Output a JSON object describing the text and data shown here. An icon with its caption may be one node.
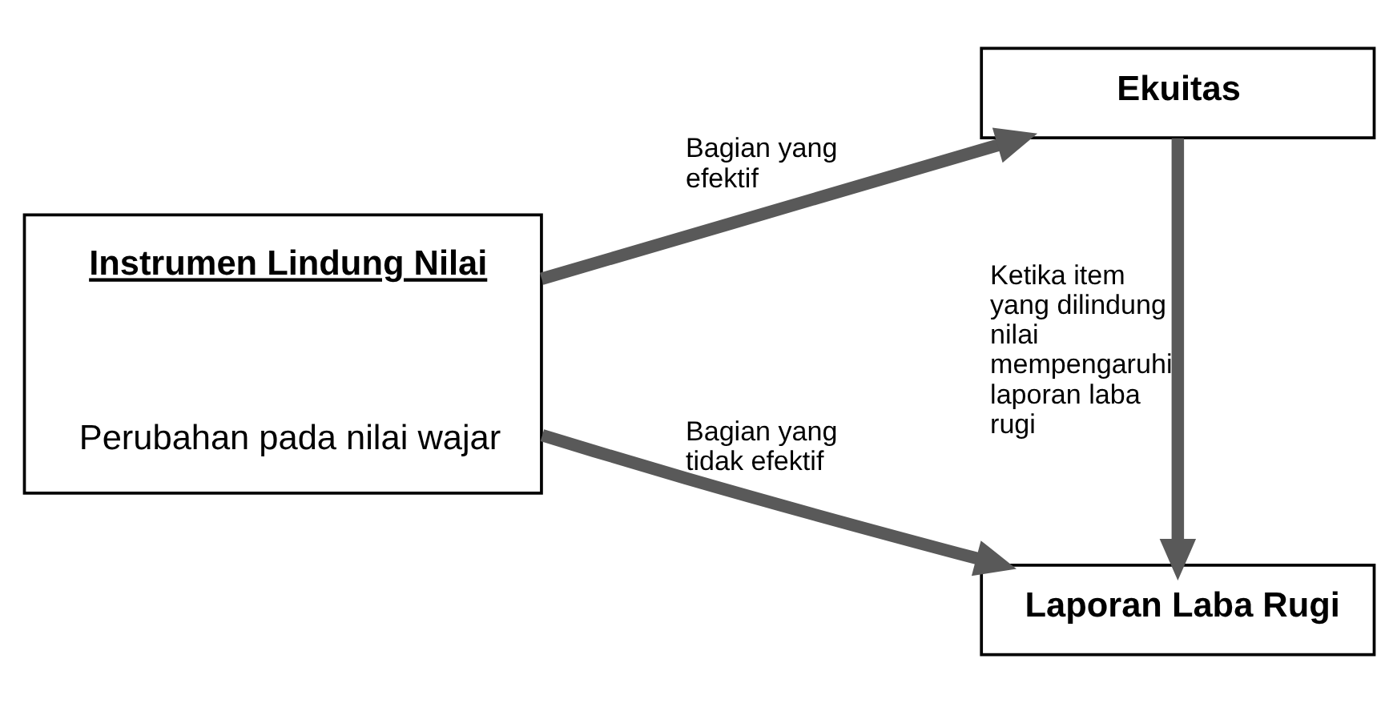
{
  "diagram": {
    "nodes": [
      {
        "text": [
          "Instrumen Lindung Nilai",
          "Perubahan pada nilai wajar"
        ]
      },
      {
        "text": [
          "Ekuitas"
        ]
      },
      {
        "text": [
          "Laporan Laba Rugi"
        ]
      }
    ],
    "edges": [
      {
        "from": 0,
        "to": 1,
        "arrow": "to",
        "label": "Bagian yang efektif"
      },
      {
        "from": 0,
        "to": 2,
        "arrow": "to",
        "label": "Bagian yang tidak efektif"
      },
      {
        "from": 1,
        "to": 2,
        "arrow": "to",
        "label": "Ketika item yang dilindung nilai mempengaruhi laporan laba rugi"
      }
    ]
  }
}
